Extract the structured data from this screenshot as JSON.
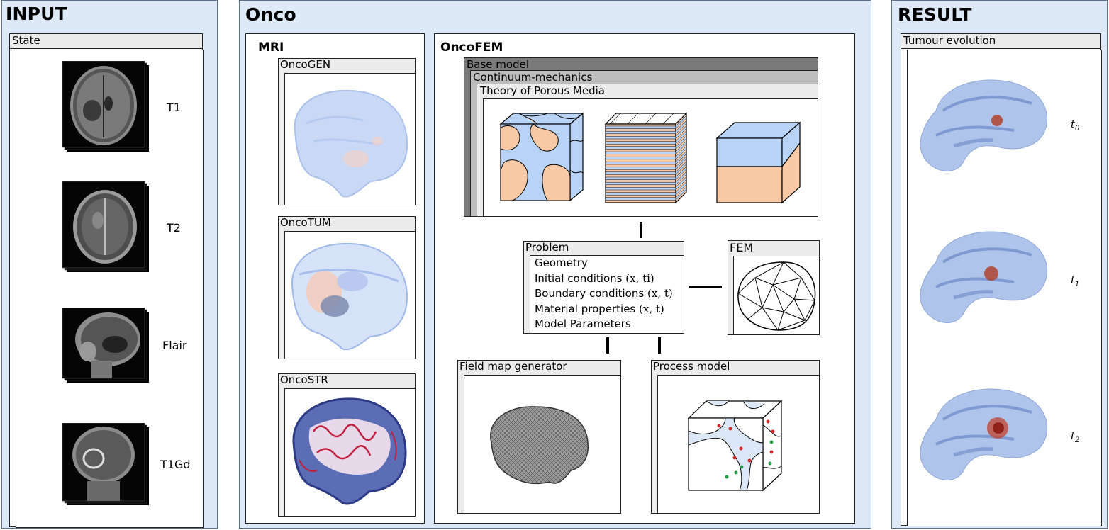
{
  "input": {
    "title": "INPUT",
    "state_label": "State",
    "scans": [
      {
        "label": "T1"
      },
      {
        "label": "T2"
      },
      {
        "label": "Flair"
      },
      {
        "label": "T1Gd"
      }
    ]
  },
  "onco": {
    "title": "Onco",
    "mri": {
      "title": "MRI",
      "modules": [
        "OncoGEN",
        "OncoTUM",
        "OncoSTR"
      ]
    },
    "oncofem": {
      "title": "OncoFEM",
      "layers": [
        "Base model",
        "Continuum-mechanics",
        "Theory of Porous Media"
      ],
      "problem": {
        "title": "Problem",
        "geometry": "Geometry",
        "initial": "Initial conditions",
        "initial_args": "(x, ti)",
        "boundary": "Boundary conditions",
        "boundary_args": "(x, t)",
        "material": "Material properties",
        "material_args": "(x, t)",
        "params": "Model Parameters"
      },
      "fem": "FEM",
      "field_map": "Field map generator",
      "process_model": "Process model"
    }
  },
  "result": {
    "title": "RESULT",
    "subtitle": "Tumour evolution",
    "times": [
      {
        "sym": "t",
        "sub": "0"
      },
      {
        "sym": "t",
        "sub": "1"
      },
      {
        "sym": "t",
        "sub": "2"
      }
    ]
  },
  "colors": {
    "panel_bg": "#dde9f7",
    "blue_phase": "#b8d3f5",
    "orange_phase": "#f9c9a6",
    "tumor": "#b0432e"
  }
}
